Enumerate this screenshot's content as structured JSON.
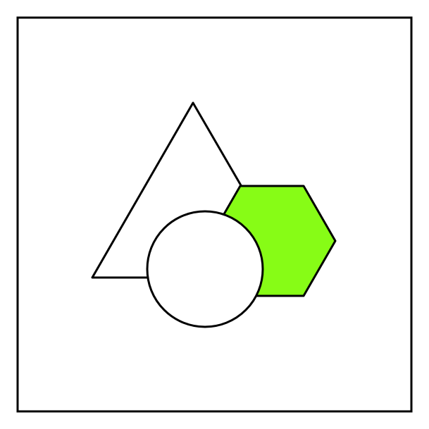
{
  "shapes": [
    {
      "kind": "triangle",
      "fill": "#ffffff",
      "stroke": "#000000"
    },
    {
      "kind": "hexagon",
      "fill": "#87fc16",
      "stroke": "#000000"
    },
    {
      "kind": "circle",
      "fill": "#ffffff",
      "stroke": "#000000"
    }
  ],
  "frame": {
    "fill": "#ffffff",
    "stroke": "#000000"
  }
}
